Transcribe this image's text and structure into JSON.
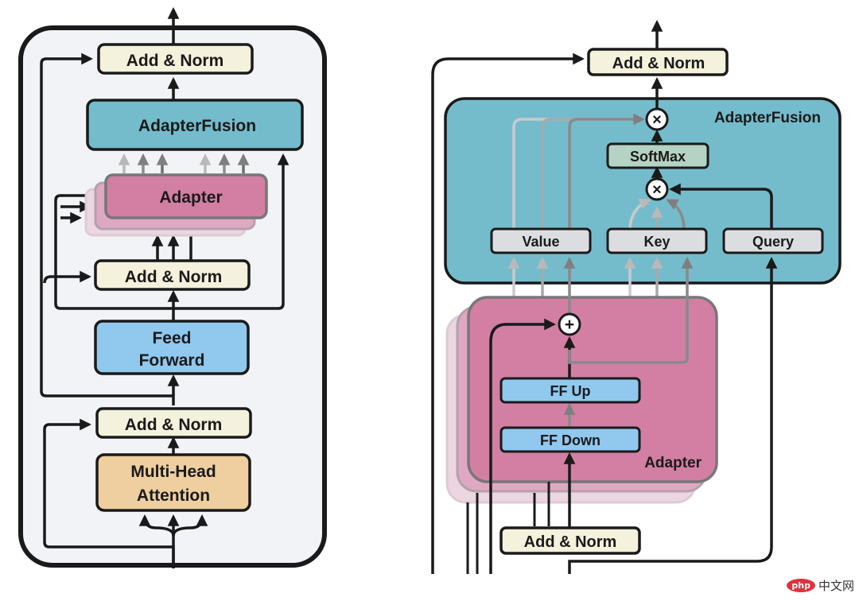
{
  "left": {
    "top_add_norm": "Add & Norm",
    "adapter_fusion": "AdapterFusion",
    "adapter": "Adapter",
    "mid_add_norm": "Add & Norm",
    "feed_forward_1": "Feed",
    "feed_forward_2": "Forward",
    "low_add_norm": "Add & Norm",
    "mha_1": "Multi-Head",
    "mha_2": "Attention"
  },
  "right": {
    "top_add_norm": "Add & Norm",
    "adapter_fusion": "AdapterFusion",
    "softmax": "SoftMax",
    "value": "Value",
    "key": "Key",
    "query": "Query",
    "ff_up": "FF Up",
    "ff_down": "FF Down",
    "adapter": "Adapter",
    "bottom_add_norm": "Add & Norm",
    "mult_symbol": "×",
    "plus_symbol": "+"
  },
  "watermark": {
    "logo": "php",
    "text": "中文网"
  },
  "colors": {
    "add_norm_fill": "#f4f1dc",
    "fusion_fill": "#74bccc",
    "adapter_fill": "#d27fa3",
    "ff_fill": "#90c8ee",
    "mha_fill": "#efcf9f",
    "softmax_fill": "#b4d3c4",
    "kv_fill": "#dcdde1",
    "panel_fill": "#f2f3f6"
  }
}
